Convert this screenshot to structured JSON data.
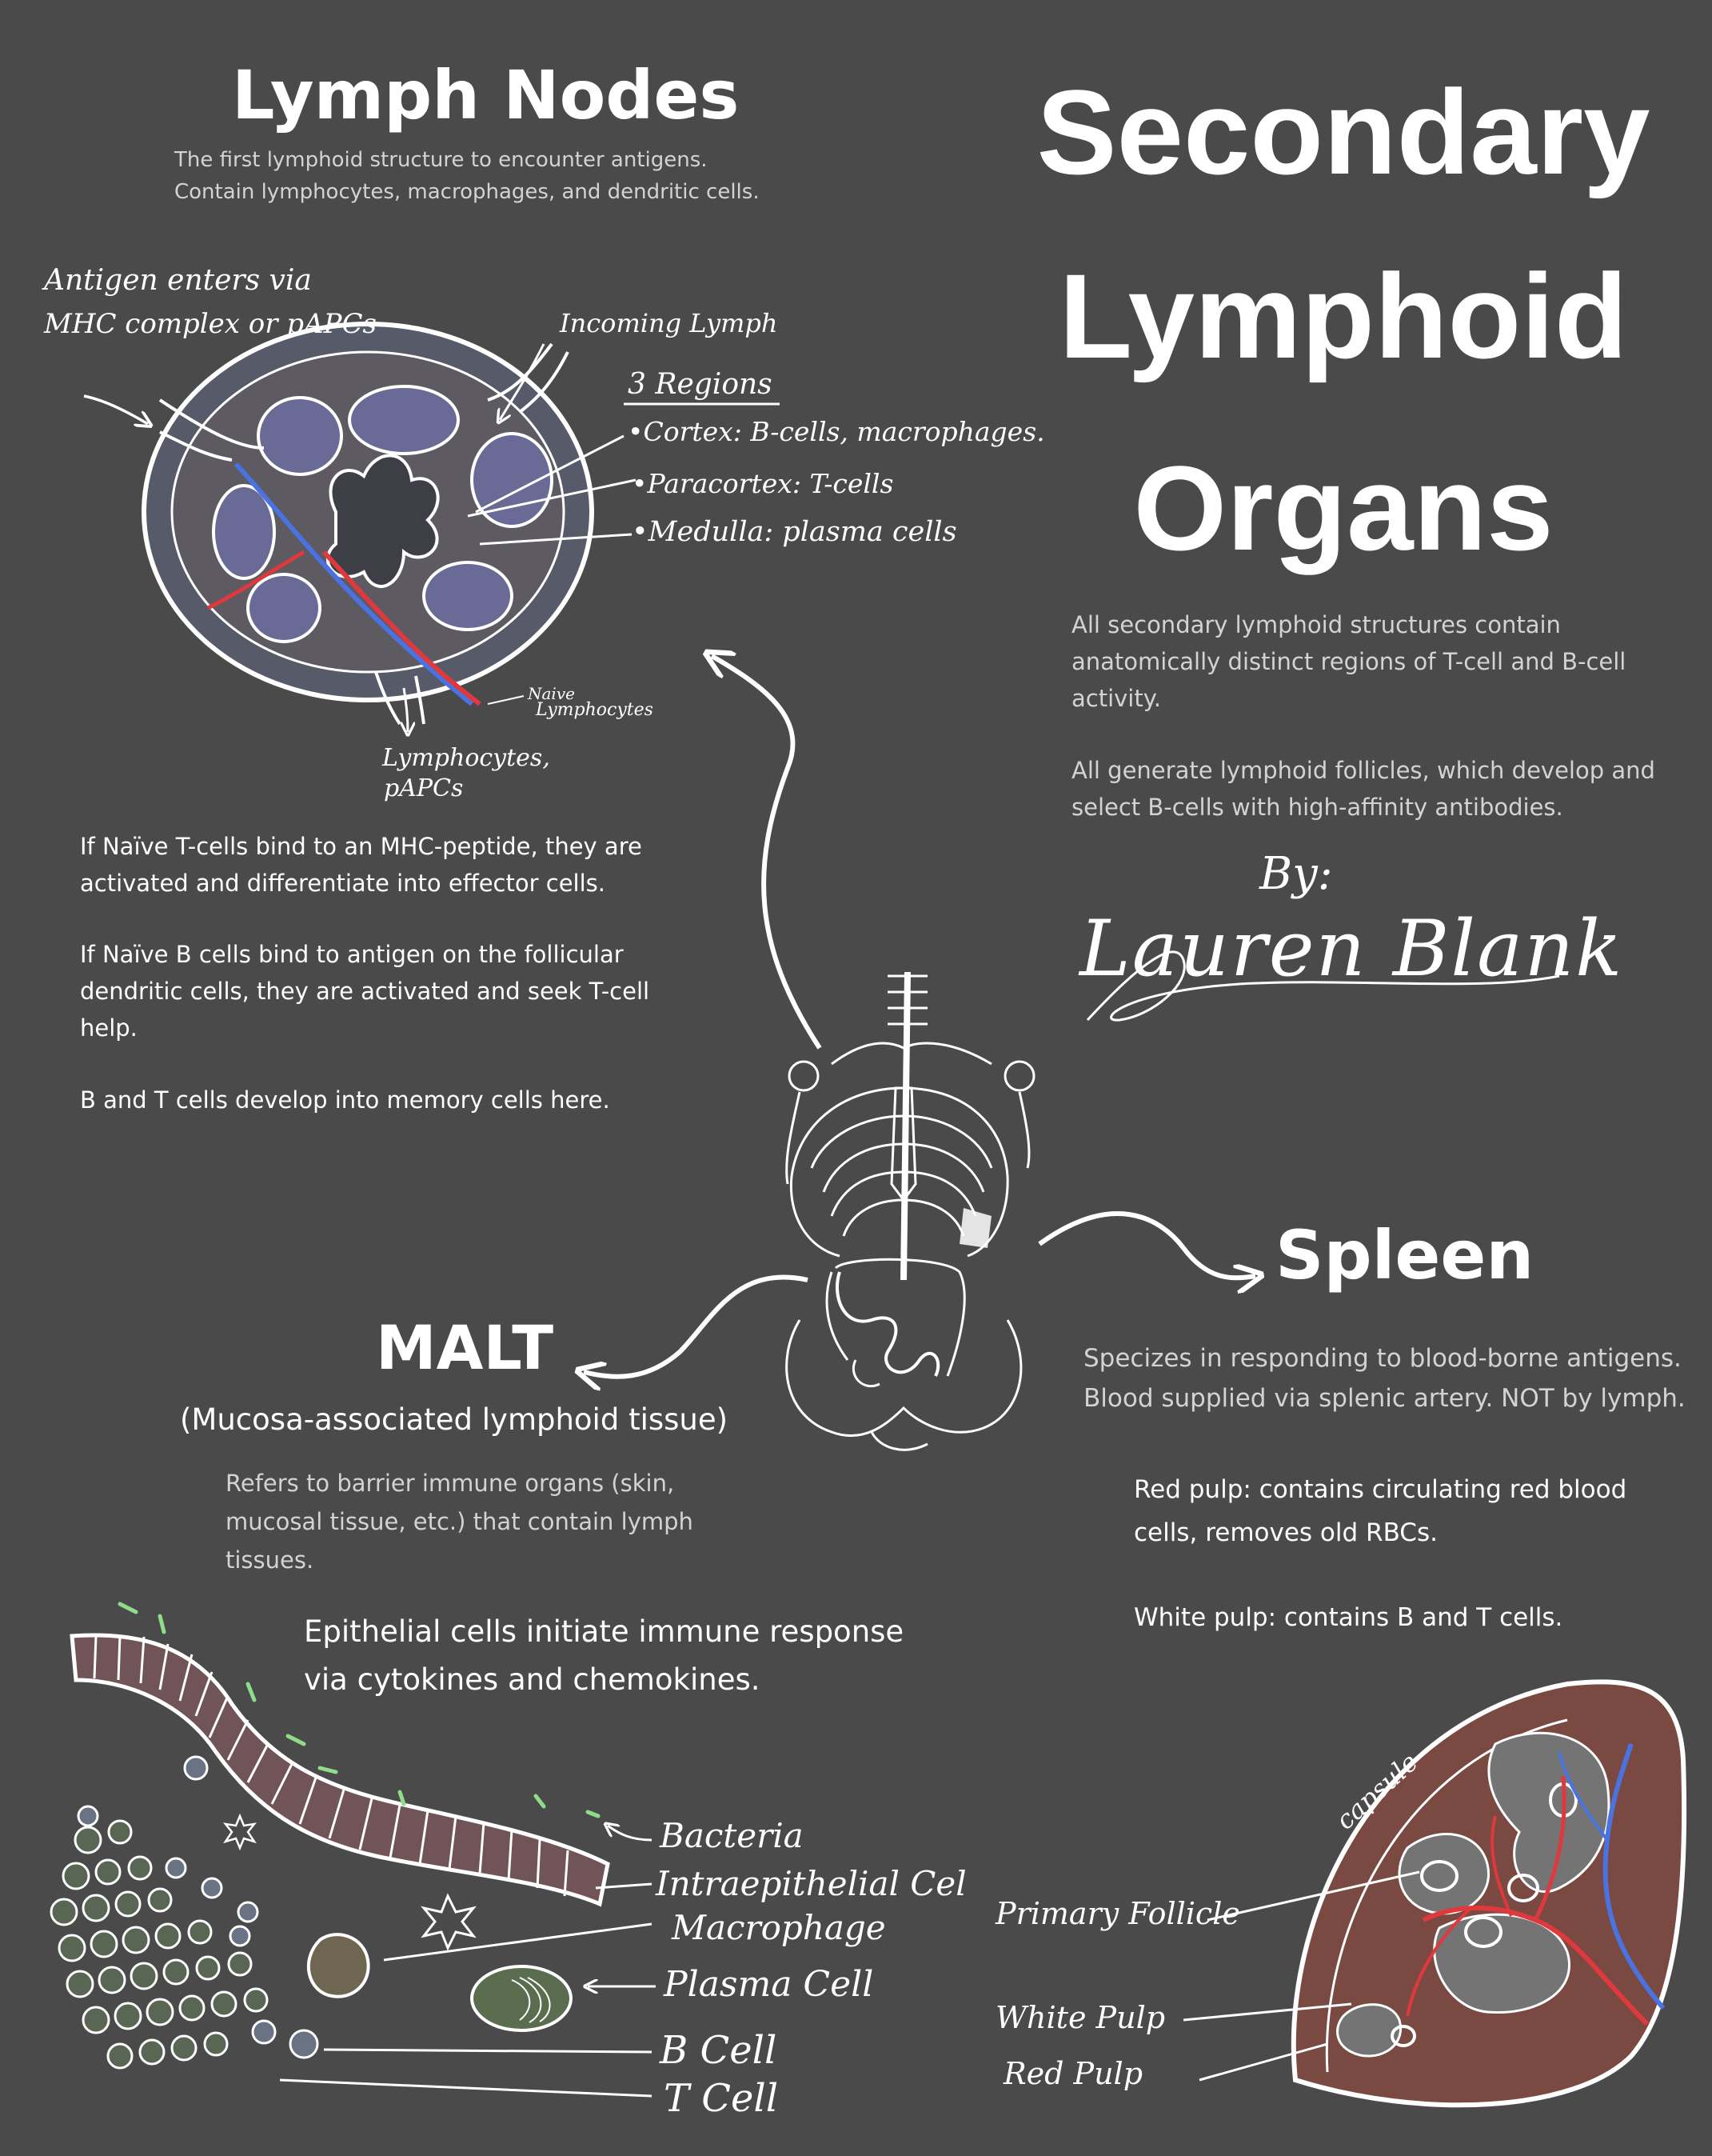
{
  "title": {
    "line1": "Secondary",
    "line2": "Lymphoid",
    "line3": "Organs"
  },
  "intro": {
    "para1": "All secondary lymphoid structures contain anatomically distinct regions of T-cell and B-cell activity.",
    "para2": "All generate lymphoid follicles, which develop and select B-cells with high-affinity antibodies."
  },
  "author": {
    "by": "By:",
    "name": "Lauren Blank"
  },
  "lymph_nodes": {
    "heading": "Lymph Nodes",
    "subtitle_line1": "The first lymphoid structure to encounter antigens.",
    "subtitle_line2": "Contain lymphocytes, macrophages, and dendritic cells.",
    "labels": {
      "antigen_line1": "Antigen enters via",
      "antigen_line2": "MHC complex or pAPCs",
      "incoming": "Incoming Lymph",
      "regions_title": "3 Regions",
      "cortex": "•Cortex: B-cells, macrophages.",
      "paracortex": "•Paracortex: T-cells",
      "medulla": "•Medulla: plasma cells",
      "naive_line1": "Naive",
      "naive_line2": "Lymphocytes",
      "out_line1": "Lymphocytes,",
      "out_line2": "pAPCs"
    },
    "para1": "If Naïve T-cells bind to an MHC-peptide, they are activated and differentiate into effector cells.",
    "para2": "If Naïve B cells bind to antigen on the follicular dendritic cells, they are activated and seek T-cell help.",
    "para3": "B and T cells develop into memory cells here."
  },
  "spleen": {
    "heading": "Spleen",
    "line1": "Specizes in responding to blood-borne antigens.",
    "line2": "Blood supplied via splenic artery. NOT by lymph.",
    "red_pulp": "Red pulp: contains circulating red blood cells, removes old RBCs.",
    "white_pulp": "White pulp: contains B and T cells.",
    "labels": {
      "capsule": "capsule",
      "primary_follicle": "Primary Follicle",
      "white_pulp": "White Pulp",
      "red_pulp": "Red Pulp"
    }
  },
  "malt": {
    "heading": "MALT",
    "subheading": "(Mucosa-associated lymphoid tissue)",
    "desc": "Refers to barrier immune organs (skin, mucosal tissue, etc.) that contain lymph tissues.",
    "epithelial": "Epithelial cells initiate immune response via cytokines and chemokines.",
    "labels": {
      "bacteria": "Bacteria",
      "intraepithelial": "Intraepithelial Cel",
      "macrophage": "Macrophage",
      "plasma": "Plasma Cell",
      "bcell": "B Cell",
      "tcell": "T Cell"
    }
  },
  "colors": {
    "background": "#4a4a4a",
    "artery": "#e0393d",
    "vein": "#4a72e0",
    "node_fill": "#585c6a",
    "follicle": "#6c6c9a",
    "spleen_red": "#7a4a42",
    "bacteria": "#8fdc8a"
  }
}
